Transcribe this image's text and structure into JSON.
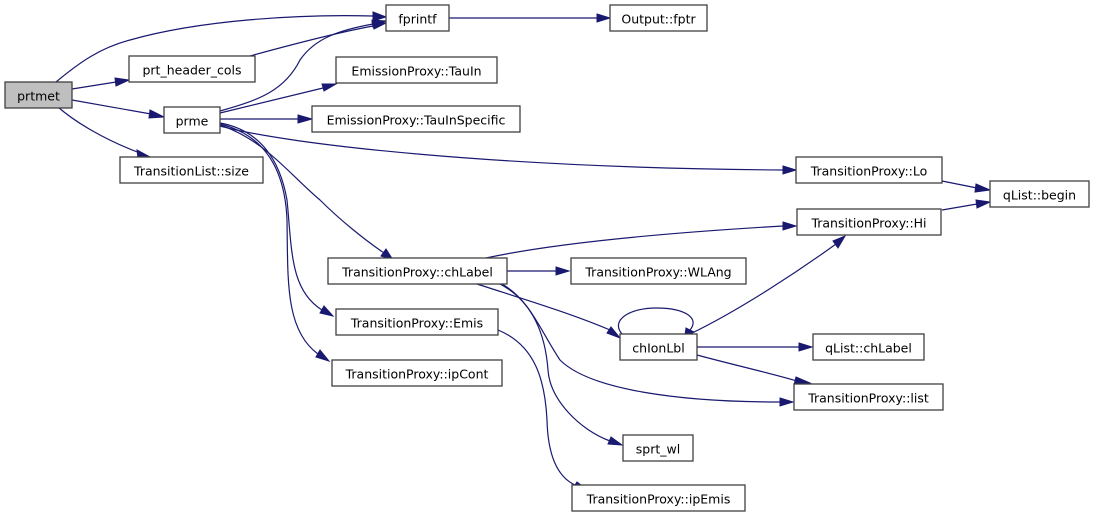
{
  "graph": {
    "type": "call-graph",
    "root": "prtmet",
    "nodes": [
      {
        "id": "prtmet",
        "label": "prtmet",
        "root": true
      },
      {
        "id": "fprintf",
        "label": "fprintf"
      },
      {
        "id": "fptr",
        "label": "Output::fptr"
      },
      {
        "id": "prt_header_cols",
        "label": "prt_header_cols"
      },
      {
        "id": "prme",
        "label": "prme"
      },
      {
        "id": "TauIn",
        "label": "EmissionProxy::TauIn"
      },
      {
        "id": "TauInSpecific",
        "label": "EmissionProxy::TauInSpecific"
      },
      {
        "id": "size",
        "label": "TransitionList::size"
      },
      {
        "id": "Lo",
        "label": "TransitionProxy::Lo"
      },
      {
        "id": "begin",
        "label": "qList::begin"
      },
      {
        "id": "Hi",
        "label": "TransitionProxy::Hi"
      },
      {
        "id": "chLabel",
        "label": "TransitionProxy::chLabel"
      },
      {
        "id": "WLAng",
        "label": "TransitionProxy::WLAng"
      },
      {
        "id": "Emis",
        "label": "TransitionProxy::Emis"
      },
      {
        "id": "chIonLbl",
        "label": "chIonLbl"
      },
      {
        "id": "qchLabel",
        "label": "qList::chLabel"
      },
      {
        "id": "ipCont",
        "label": "TransitionProxy::ipCont"
      },
      {
        "id": "list",
        "label": "TransitionProxy::list"
      },
      {
        "id": "sprt_wl",
        "label": "sprt_wl"
      },
      {
        "id": "ipEmis",
        "label": "TransitionProxy::ipEmis"
      }
    ],
    "edges": [
      [
        "prtmet",
        "fprintf"
      ],
      [
        "prtmet",
        "prt_header_cols"
      ],
      [
        "prtmet",
        "prme"
      ],
      [
        "prtmet",
        "size"
      ],
      [
        "prt_header_cols",
        "fprintf"
      ],
      [
        "fprintf",
        "fptr"
      ],
      [
        "prme",
        "fprintf"
      ],
      [
        "prme",
        "TauIn"
      ],
      [
        "prme",
        "TauInSpecific"
      ],
      [
        "prme",
        "Lo"
      ],
      [
        "prme",
        "chLabel"
      ],
      [
        "prme",
        "Emis"
      ],
      [
        "prme",
        "ipCont"
      ],
      [
        "Lo",
        "begin"
      ],
      [
        "Hi",
        "begin"
      ],
      [
        "chLabel",
        "Hi"
      ],
      [
        "chLabel",
        "WLAng"
      ],
      [
        "chLabel",
        "chIonLbl"
      ],
      [
        "chLabel",
        "list"
      ],
      [
        "chLabel",
        "sprt_wl"
      ],
      [
        "chIonLbl",
        "chIonLbl"
      ],
      [
        "chIonLbl",
        "Hi"
      ],
      [
        "chIonLbl",
        "qchLabel"
      ],
      [
        "chIonLbl",
        "list"
      ],
      [
        "Emis",
        "ipEmis"
      ]
    ]
  }
}
